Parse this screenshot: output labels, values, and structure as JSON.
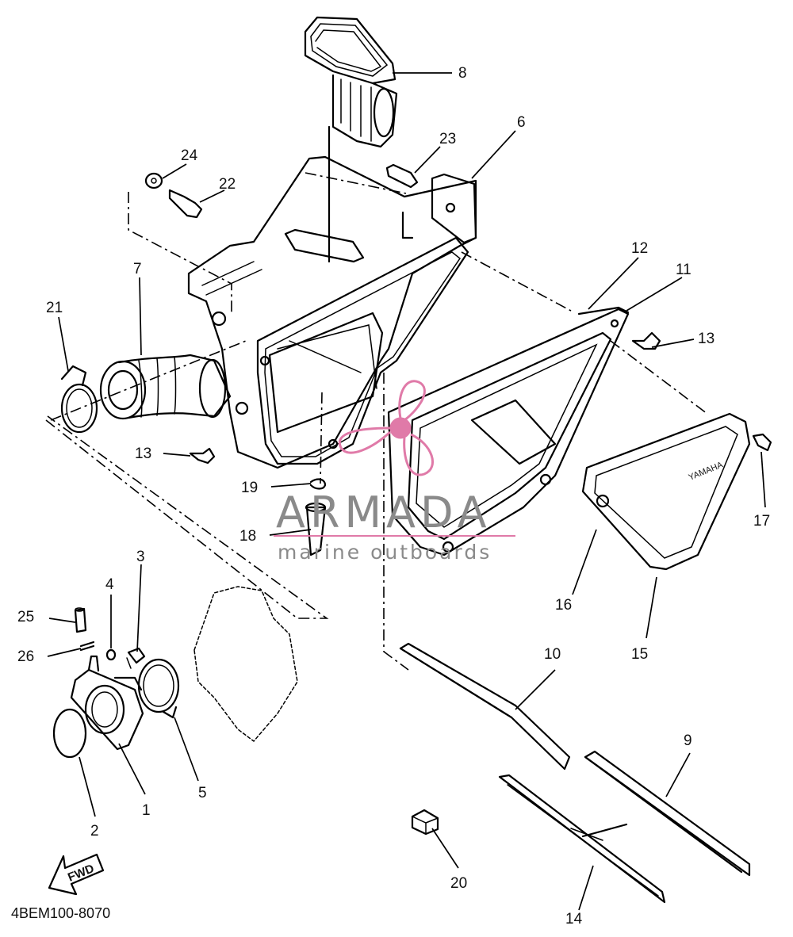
{
  "diagram": {
    "part_code": "4BEM100-8070",
    "fwd_label": "FWD",
    "embossed_text": "YAMAHA",
    "callouts": {
      "p1": "1",
      "p2": "2",
      "p3": "3",
      "p4": "4",
      "p5": "5",
      "p6": "6",
      "p7": "7",
      "p8": "8",
      "p9": "9",
      "p10": "10",
      "p11": "11",
      "p12": "12",
      "p13a": "13",
      "p13b": "13",
      "p14": "14",
      "p15": "15",
      "p16": "16",
      "p17": "17",
      "p18": "18",
      "p19": "19",
      "p20": "20",
      "p21": "21",
      "p22": "22",
      "p23": "23",
      "p24": "24",
      "p25": "25",
      "p26": "26"
    }
  },
  "watermark": {
    "brand": "ARMADA",
    "tagline": "marine outboards",
    "accent_color": "#e07aa8",
    "text_color": "#8a8a8a"
  }
}
